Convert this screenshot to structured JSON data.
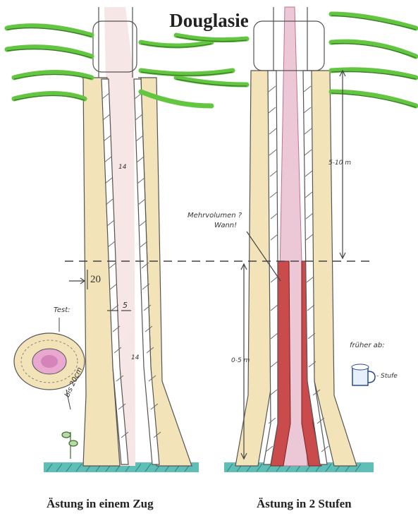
{
  "title": "Douglasie",
  "captions": {
    "left": "Ästung in einem Zug",
    "right": "Ästung in 2 Stufen"
  },
  "annotations": {
    "width_20": "20",
    "small_5": "5",
    "top_dim": "14",
    "bottom_dim": "14",
    "ring_label": "Test:",
    "ring_side": "bis 20cm",
    "mehrvolumen_1": "Mehrvolumen ?",
    "mehrvolumen_2": "Wann!",
    "dim_upper": "5-10 m",
    "dim_lower": "0-5 m",
    "beer_1": "früher ab:",
    "beer_2": "- Stufe"
  },
  "colors": {
    "wood": "#f2e3b8",
    "core": "#f1dede",
    "red": "#c94b4b",
    "needles": "#63c640",
    "ground": "#5fbfb6",
    "ink": "#444444"
  }
}
